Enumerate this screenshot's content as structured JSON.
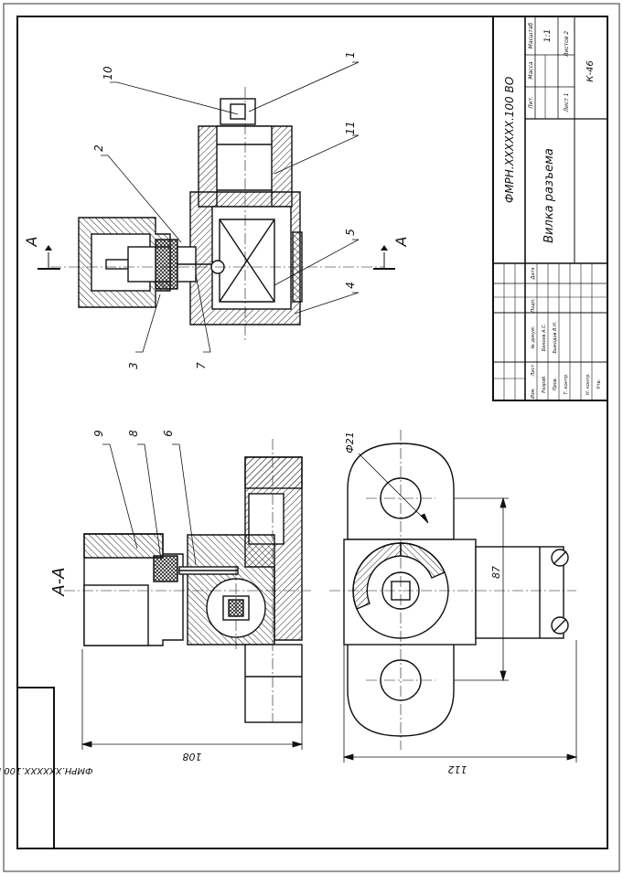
{
  "title_block": {
    "doc_code": "ФМРН.XXXXXX.100 ВО",
    "title": "Вилка разъема",
    "lit_header": "Лит.",
    "mass_header": "Масса",
    "scale_header": "Масштаб",
    "scale_value": "1:1",
    "sheet": "Лист 1",
    "sheets": "Листов 2",
    "group": "К-46",
    "row_headers": [
      "Изм.",
      "Лист",
      "№ докум.",
      "Подп.",
      "Дата"
    ],
    "roles": [
      "Разраб.",
      "Пров.",
      "Т. контр.",
      "Н. контр.",
      "Утв."
    ],
    "names": [
      "Бекоев А.С.",
      "Быкодов В.Н."
    ]
  },
  "side_stamp": "ФМРН.XXXXXX.100 ВО",
  "section": {
    "label": "А",
    "title": "А-А"
  },
  "callouts": [
    "1",
    "2",
    "3",
    "4",
    "5",
    "6",
    "7",
    "8",
    "9",
    "10",
    "11"
  ],
  "dimensions": {
    "dia": "Ф21",
    "d87": "87",
    "d108": "108",
    "d112": "112"
  }
}
